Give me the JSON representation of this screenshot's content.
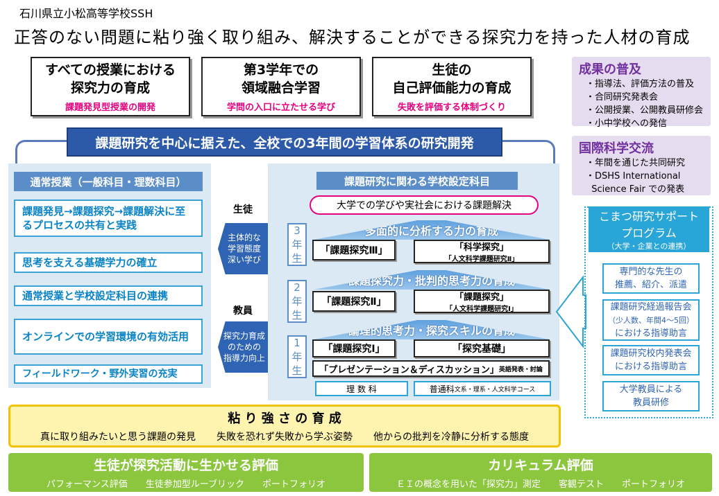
{
  "header": {
    "school": "石川県立小松高等学校SSH",
    "title": "正答のない問題に粘り強く取り組み、解決することができる探究力を持った人材の育成"
  },
  "goals": [
    {
      "main1": "すべての授業における",
      "main2": "探究力の育成",
      "sub": "課題発見型授業の開発"
    },
    {
      "main1": "第3学年での",
      "main2": "領域融合学習",
      "sub": "学問の入口に立たせる学び"
    },
    {
      "main1": "生徒の",
      "main2": "自己評価能力の育成",
      "sub": "失敗を評価する体制づくり"
    }
  ],
  "center_banner": "課題研究を中心に据えた、全校での3年間の学習体系の研究開発",
  "left_panel": {
    "header": "通常授業（一般科目・理数科目）",
    "items": [
      "課題発見→課題探究→課題解決に至るプロセスの共有と実践",
      "思考を支える基礎学力の確立",
      "通常授業と学校設定科目の連携",
      "オンラインでの学習環境の有効活用",
      "フィールドワーク・野外実習の充実"
    ]
  },
  "middle": {
    "student_label": "生徒",
    "student_chevron": [
      "主体的な",
      "学習態度",
      "深い学び"
    ],
    "teacher_label": "教員",
    "teacher_chevron": [
      "探究力育成",
      "のための",
      "指導力向上"
    ]
  },
  "subjects": {
    "header": "課題研究に関わる学校設定科目",
    "oval": "大学での学びや実社会における課題解決",
    "grade3": {
      "grade": [
        "3",
        "年",
        "生"
      ],
      "arch": "多面的に分析する力の育成",
      "left": "「課題探究Ⅲ」",
      "right_main": "「科学探究」",
      "right_sub": "「人文科学課題研究Ⅱ」"
    },
    "grade2": {
      "grade": [
        "2",
        "年",
        "生"
      ],
      "arch": "課題探究力・批判的思考力の育成",
      "left": "「課題探究Ⅱ」",
      "right_main": "「課題探究」",
      "right_sub": "「人文科学課題研究Ⅰ」"
    },
    "grade1": {
      "grade": [
        "1",
        "年",
        "生"
      ],
      "arch": "論理的思考力・探究スキルの育成",
      "left": "「課題探究Ⅰ」",
      "right_main": "「探究基礎」",
      "bottom_main": "「プレゼンテーション＆ディスカッション」",
      "bottom_sub": "英語発表・討論"
    },
    "course_left": "理 数 科",
    "course_right_main": "普通科",
    "course_right_sub": "文系・理系・人文科学コース"
  },
  "side_boxes": [
    {
      "title": "成果の普及",
      "items": [
        "・指導法、評価方法の普及",
        "・合同研究発表会",
        "・公開授業、公開教員研修会",
        "・小中学校への発信"
      ]
    },
    {
      "title": "国際科学交流",
      "items": [
        "・年間を通じた共同研究",
        "・DSHS International",
        "  Science Fair での発表"
      ]
    }
  ],
  "support": {
    "title1": "こまつ研究サポート",
    "title2": "プログラム",
    "subtitle": "（大学・企業との連携）",
    "items": [
      [
        "専門的な先生の",
        "推薦、紹介、派遣"
      ],
      [
        "課題研究経過報告会",
        "（少人数、年間4～5回）",
        "における指導助言"
      ],
      [
        "課題研究校内発表会",
        "における指導助言"
      ],
      [
        "大学教員による",
        "教員研修"
      ]
    ]
  },
  "perseverance": {
    "title": "粘 り 強 さ の 育 成",
    "items": [
      "真に取り組みたいと思う課題の発見",
      "失敗を恐れず失敗から学ぶ姿勢",
      "他からの批判を冷静に分析する態度"
    ]
  },
  "evaluations": [
    {
      "title": "生徒が探究活動に生かせる評価",
      "items": "パフォーマンス評価　　生徒参加型ルーブリック　　ポートフォリオ"
    },
    {
      "title": "カリキュラム評価",
      "items": "ＥＩの概念を用いた「探究力」測定　　客観テスト　　ポートフォリオ"
    }
  ],
  "colors": {
    "navy": "#2d5aa8",
    "magenta": "#e4007f",
    "cyan": "#2aa5d8",
    "purple": "#7030a0",
    "green": "#8cc63f",
    "yellow": "#fff3b0"
  }
}
